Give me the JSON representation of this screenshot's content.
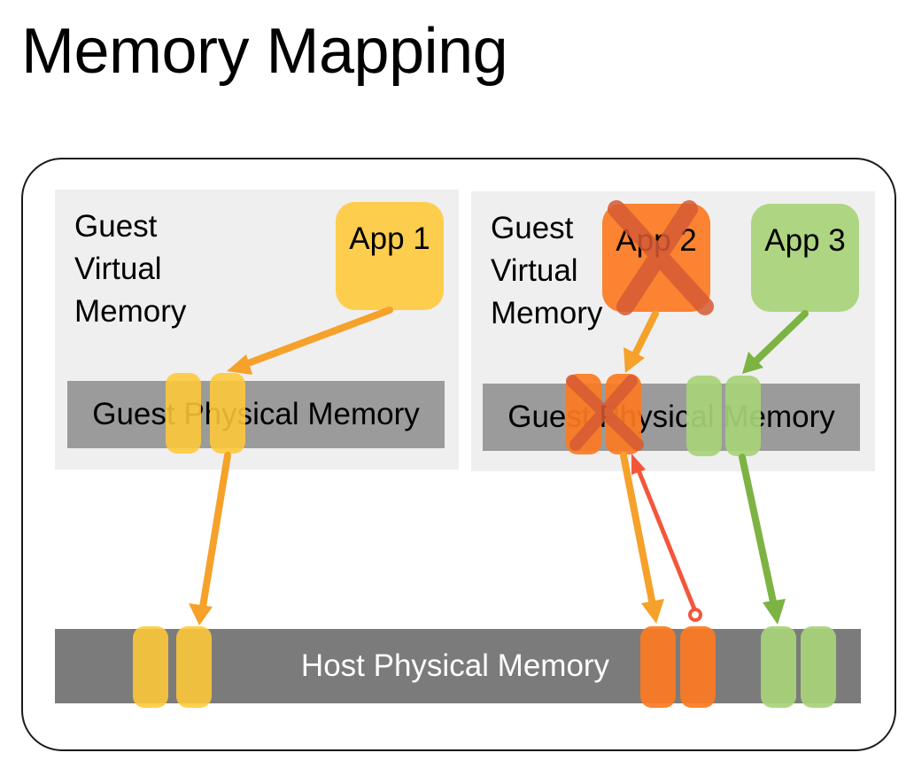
{
  "title": "Memory Mapping",
  "guests": [
    {
      "label": "Guest\nVirtual\nMemory",
      "physical_label": "Guest Physical Memory",
      "apps": [
        {
          "label": "App 1",
          "color": "#fdc84a",
          "terminated": false
        }
      ]
    },
    {
      "label": "Guest\nVirtual\nMemory",
      "physical_label": "Guest Physical Memory",
      "apps": [
        {
          "label": "App 2",
          "color": "#fb7a2a",
          "terminated": true
        },
        {
          "label": "App 3",
          "color": "#acd384",
          "terminated": false
        }
      ]
    }
  ],
  "host": {
    "label": "Host Physical Memory"
  },
  "colors": {
    "app1": "#fdc84a",
    "app2": "#fb7a2a",
    "app3": "#acd384",
    "arrow_orange": "#f5a12a",
    "arrow_green": "#7cb342",
    "arrow_red": "#f4563b",
    "cross": "#d65a34"
  }
}
